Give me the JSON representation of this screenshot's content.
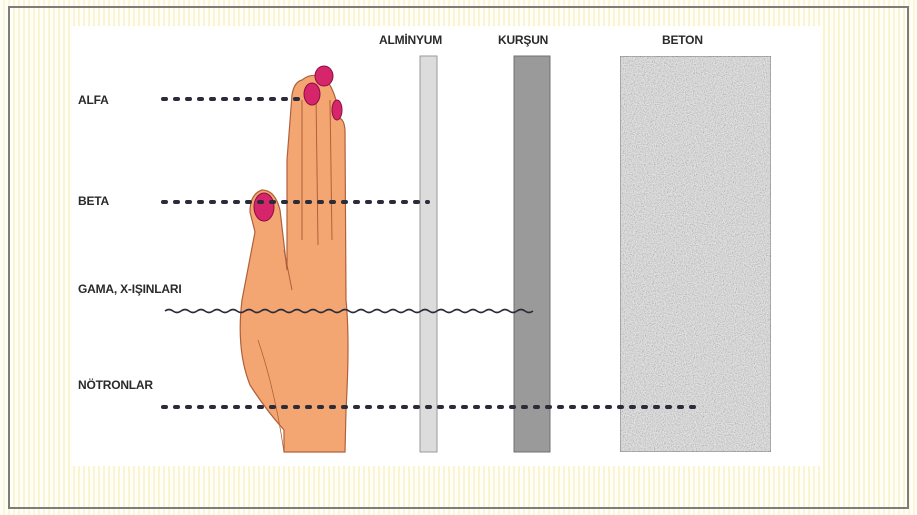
{
  "materials": {
    "aluminium": "ALMİNYUM",
    "lead": "KURŞUN",
    "concrete": "BETON"
  },
  "radiations": {
    "alpha": "ALFA",
    "beta": "BETA",
    "gamma": "GAMA, X-IŞINLARI",
    "neutron": "NÖTRONLAR"
  },
  "colors": {
    "hand_skin": "#f4a672",
    "hand_outline": "#a0522d",
    "fingernail": "#d6256b",
    "aluminium": "#dcdcdc",
    "lead": "#9a9a9a",
    "concrete": "#e6e6e6",
    "ray": "#2b2b3a"
  }
}
